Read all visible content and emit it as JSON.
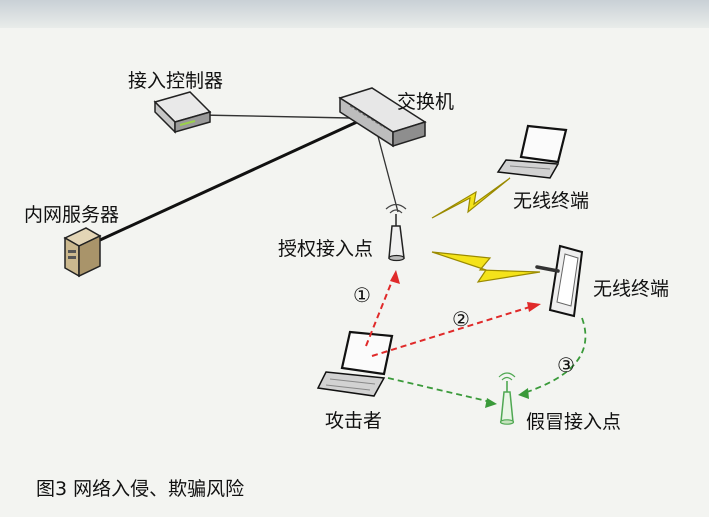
{
  "labels": {
    "controller": "接入控制器",
    "switch": "交换机",
    "server": "内网服务器",
    "ap": "授权接入点",
    "wireless1": "无线终端",
    "wireless2": "无线终端",
    "attacker": "攻击者",
    "fake_ap": "假冒接入点"
  },
  "steps": [
    "①",
    "②",
    "③"
  ],
  "caption": "图3  网络入侵、欺骗风险",
  "colors": {
    "attack_path": "#e02a2a",
    "fake_path": "#3a9a3a",
    "lightning": "#f4e31a",
    "fake_ap": "#4fa852"
  }
}
